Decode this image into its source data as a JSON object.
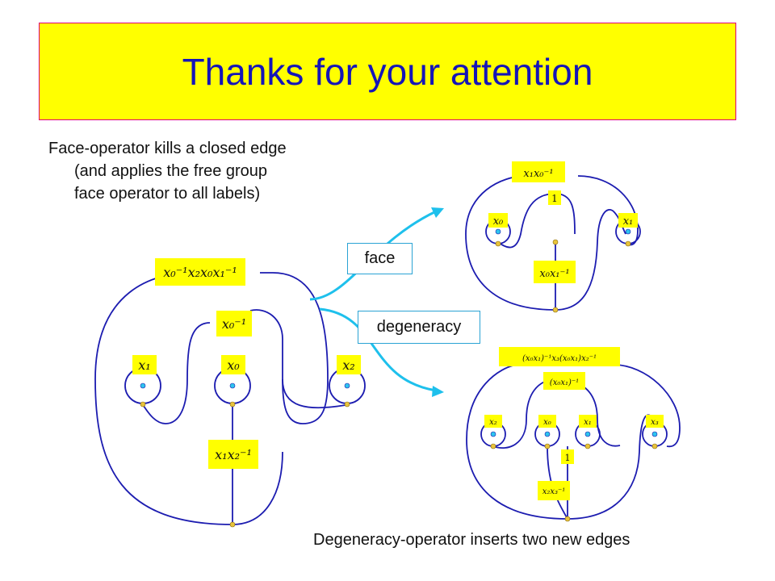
{
  "title": "Thanks for your attention",
  "description": {
    "line1": "Face-operator kills a closed edge",
    "line2": "(and applies the free group",
    "line3": "face operator to all labels)"
  },
  "operators": {
    "face": "face",
    "degeneracy": "degeneracy"
  },
  "bottom_caption": "Degeneracy-operator inserts two new edges",
  "colors": {
    "title_bg": "#ffff00",
    "title_text": "#1515b8",
    "label_bg": "#ffff00",
    "wire": "#1c1cb0",
    "arrow": "#1ec0ec",
    "vertex_blue": "#2ec4ee",
    "vertex_gold": "#e8c33c"
  },
  "diagram_left": {
    "top_label": "x₀⁻¹x₂x₀x₁⁻¹",
    "inner_label": "x₀⁻¹",
    "loop_labels": [
      "x₁",
      "x₀",
      "x₂"
    ],
    "stem_label": "x₁x₂⁻¹"
  },
  "diagram_face": {
    "top_label": "x₁x₀⁻¹",
    "inner_label": "1",
    "loop_labels": [
      "x₀",
      "x₁"
    ],
    "stem_label": "x₀x₁⁻¹"
  },
  "diagram_degeneracy": {
    "top_label": "(x₀x₁)⁻¹x₃(x₀x₁)x₂⁻¹",
    "inner_label": "(x₀x₁)⁻¹",
    "loop_labels": [
      "x₂",
      "x₀",
      "x₁",
      "x₃"
    ],
    "stem_label": "1",
    "bottom_label": "x₂x₃⁻¹"
  }
}
